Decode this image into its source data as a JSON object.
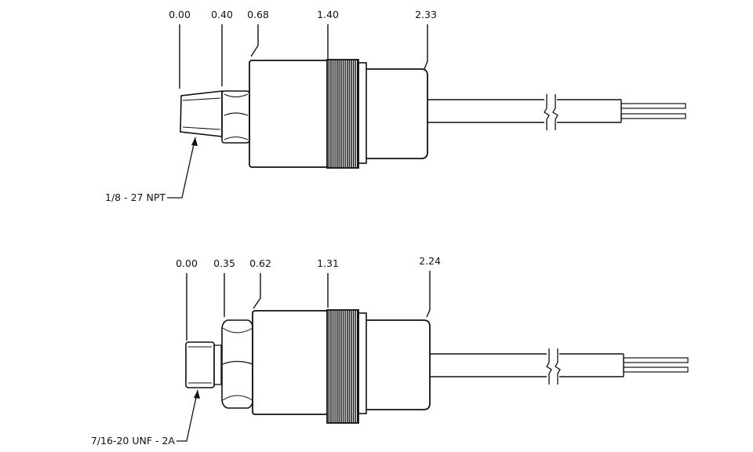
{
  "views": [
    {
      "id": "npt",
      "dimensions": [
        "0.00",
        "0.40",
        "0.68",
        "1.40",
        "2.33"
      ],
      "thread_callout": "1/8 - 27 NPT"
    },
    {
      "id": "unf",
      "dimensions": [
        "0.00",
        "0.35",
        "0.62",
        "1.31",
        "2.24"
      ],
      "thread_callout": "7/16-20 UNF - 2A"
    }
  ],
  "colors": {
    "line": "#111111",
    "knurl": "#1a1a1a",
    "background": "#ffffff"
  }
}
